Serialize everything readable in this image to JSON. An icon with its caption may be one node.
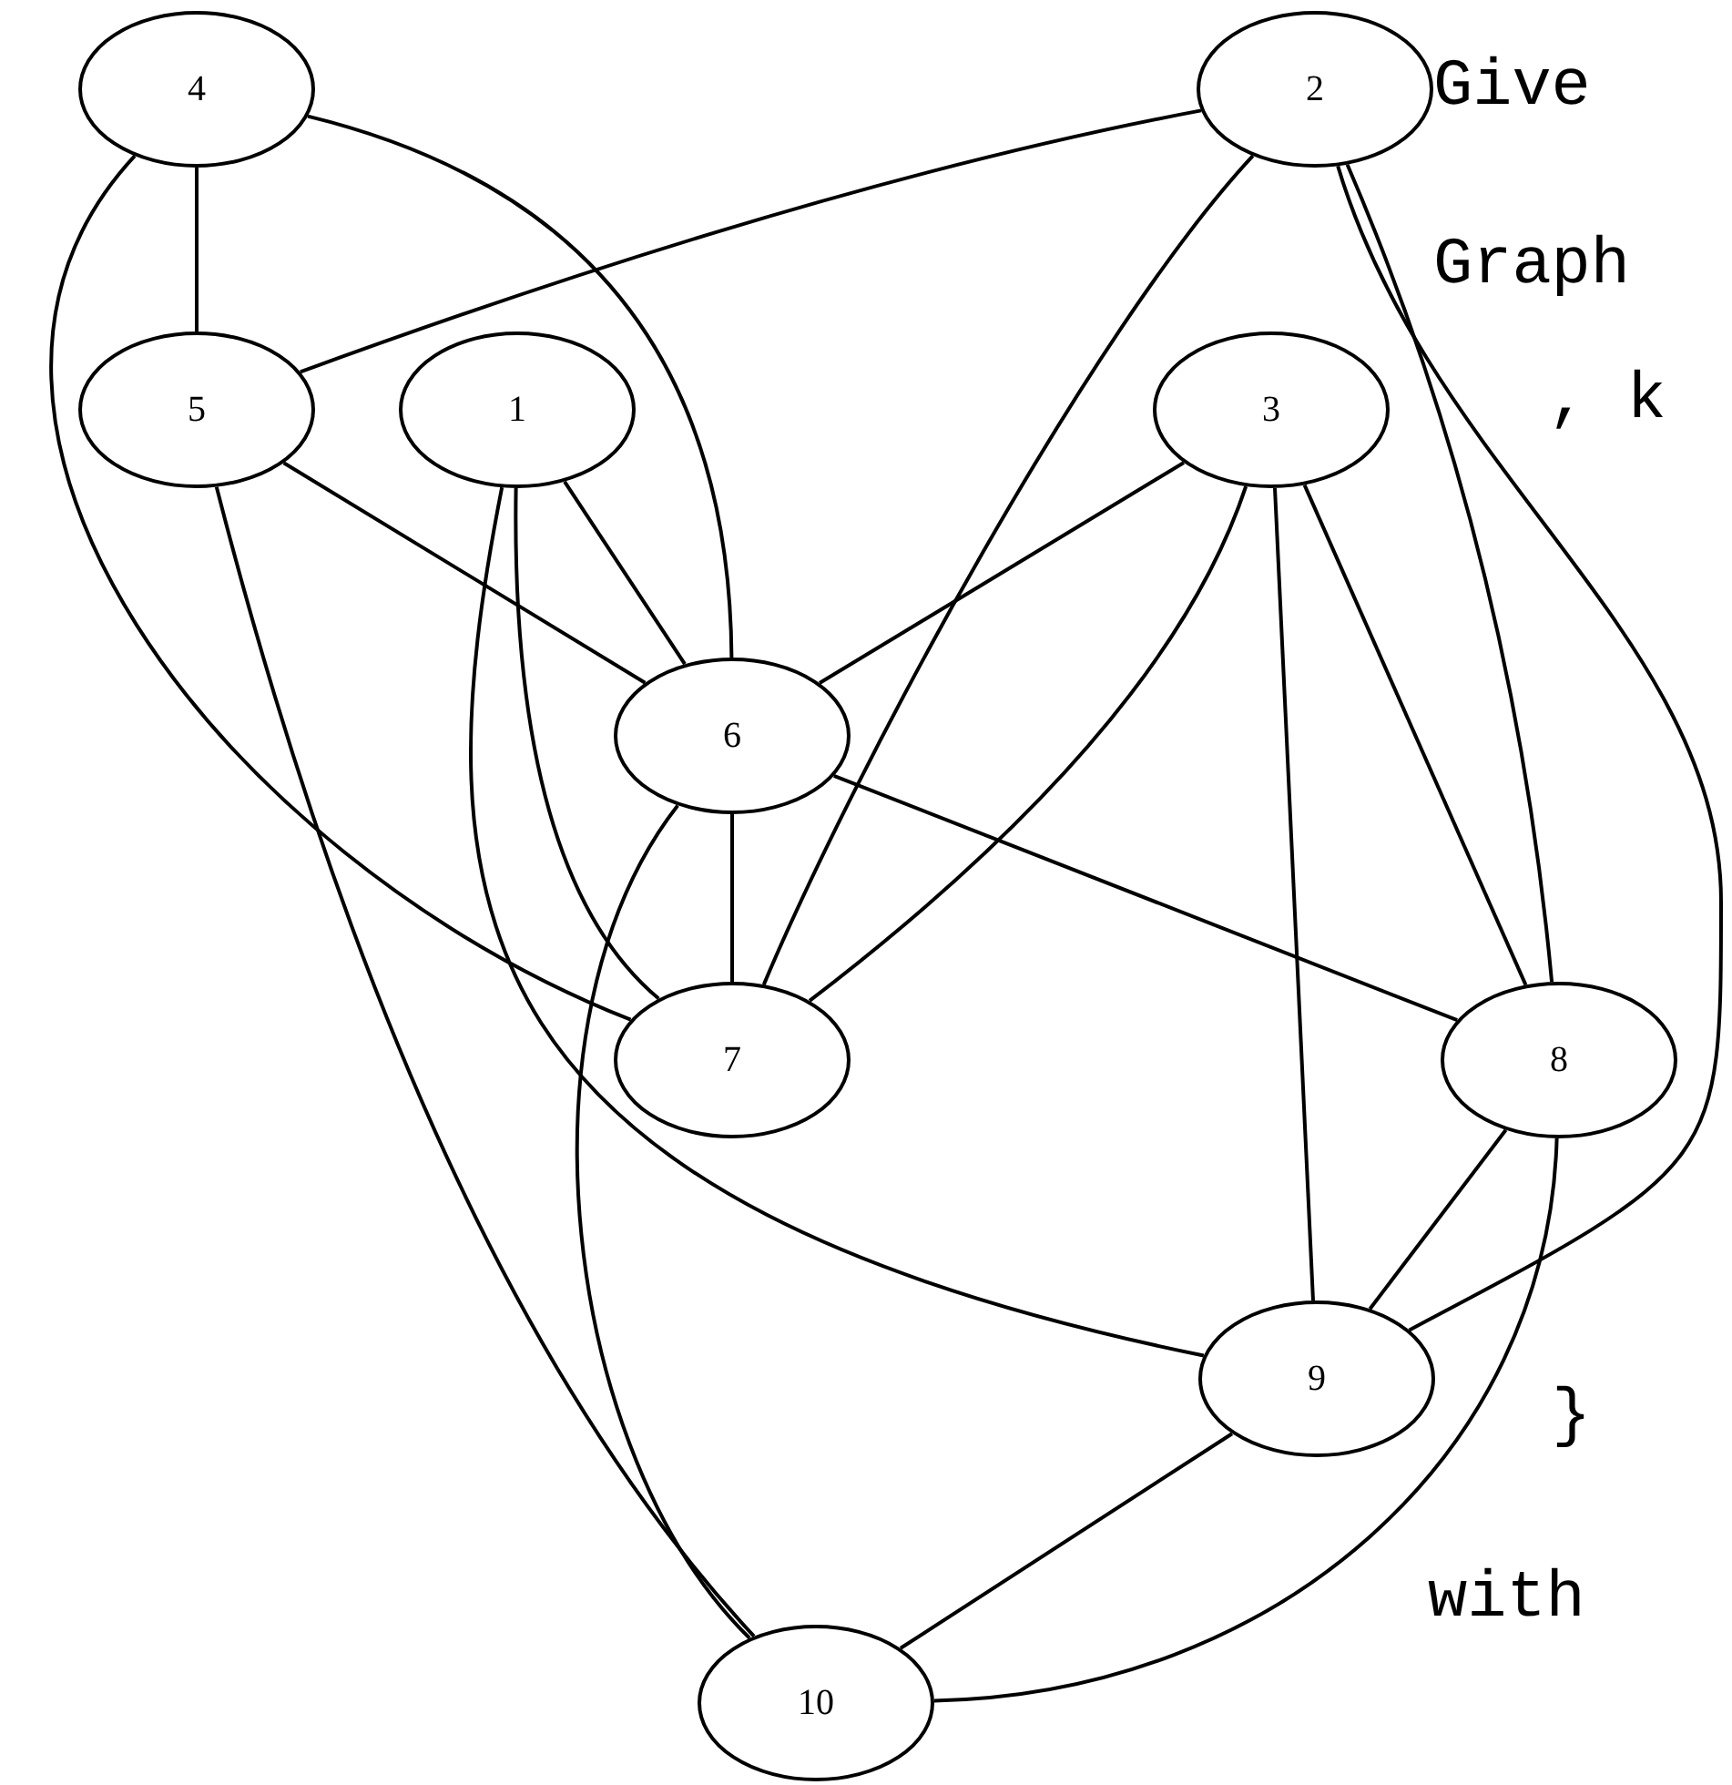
{
  "diagram": {
    "nodes": [
      {
        "text": [
          "1"
        ]
      },
      {
        "text": [
          "2"
        ]
      },
      {
        "text": [
          "3"
        ]
      },
      {
        "text": [
          "4"
        ]
      },
      {
        "text": [
          "5"
        ]
      },
      {
        "text": [
          "6"
        ]
      },
      {
        "text": [
          "7"
        ]
      },
      {
        "text": [
          "8"
        ]
      },
      {
        "text": [
          "9"
        ]
      },
      {
        "text": [
          "10"
        ]
      }
    ],
    "edges": [
      {
        "from": 3,
        "to": 4,
        "arrow": "none"
      },
      {
        "from": 3,
        "to": 5,
        "arrow": "none"
      },
      {
        "from": 3,
        "to": 6,
        "arrow": "none"
      },
      {
        "from": 1,
        "to": 4,
        "arrow": "none"
      },
      {
        "from": 1,
        "to": 6,
        "arrow": "none"
      },
      {
        "from": 1,
        "to": 7,
        "arrow": "none"
      },
      {
        "from": 1,
        "to": 8,
        "arrow": "none"
      },
      {
        "from": 4,
        "to": 5,
        "arrow": "none"
      },
      {
        "from": 4,
        "to": 9,
        "arrow": "none"
      },
      {
        "from": 0,
        "to": 5,
        "arrow": "none"
      },
      {
        "from": 0,
        "to": 6,
        "arrow": "none"
      },
      {
        "from": 0,
        "to": 8,
        "arrow": "none"
      },
      {
        "from": 2,
        "to": 5,
        "arrow": "none"
      },
      {
        "from": 2,
        "to": 6,
        "arrow": "none"
      },
      {
        "from": 2,
        "to": 7,
        "arrow": "none"
      },
      {
        "from": 2,
        "to": 8,
        "arrow": "none"
      },
      {
        "from": 5,
        "to": 6,
        "arrow": "none"
      },
      {
        "from": 5,
        "to": 7,
        "arrow": "none"
      },
      {
        "from": 5,
        "to": 9,
        "arrow": "none"
      },
      {
        "from": 7,
        "to": 8,
        "arrow": "none"
      },
      {
        "from": 7,
        "to": 9,
        "arrow": "none"
      },
      {
        "from": 8,
        "to": 9,
        "arrow": "none"
      }
    ],
    "labels": [
      "Give",
      "Graph",
      ", k",
      "}",
      "with"
    ]
  }
}
